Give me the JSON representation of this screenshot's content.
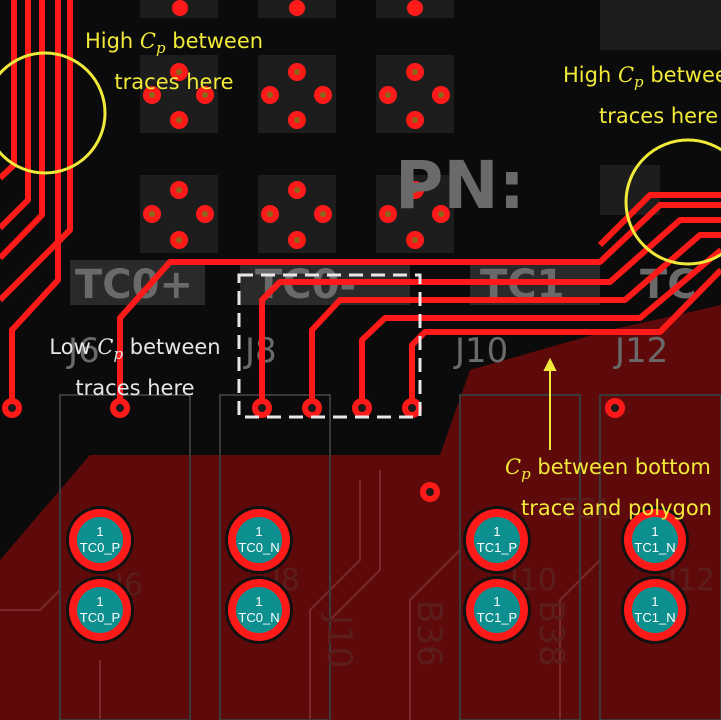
{
  "colors": {
    "background": "#0b0b0b",
    "polygon": "#5e0a0a",
    "trace": "#ff1a1a",
    "pad_teal": "#0e8f8f",
    "silkscreen": "#6a6a6a",
    "annotation_yellow": "#f2ea3a",
    "annotation_white": "#e6e6e6"
  },
  "silkscreen": {
    "pn": "PN:",
    "tc0_plus": "TC0+",
    "tc0_minus": "TC0-",
    "tc1_partial": "TC1",
    "tc1_edge": "TC",
    "j6_top": "J6",
    "j8_top": "J8",
    "j10_top": "J10",
    "j12_top": "J12",
    "j6_low": "J6",
    "j8_low": "J8",
    "j10_low": "J10",
    "j12_low": "J12",
    "b36": "B36",
    "b38": "B38",
    "j10_rot": "J10",
    "tc1_dim": "TC1"
  },
  "pads": [
    {
      "pin": "1",
      "net": "TC0_P"
    },
    {
      "pin": "1",
      "net": "TC0_N"
    },
    {
      "pin": "1",
      "net": "TC1_P"
    },
    {
      "pin": "1",
      "net": "TC1_N"
    },
    {
      "pin": "1",
      "net": "TC0_P"
    },
    {
      "pin": "1",
      "net": "TC0_N"
    },
    {
      "pin": "1",
      "net": "TC1_P"
    },
    {
      "pin": "1",
      "net": "TC1_N"
    }
  ],
  "annotations": {
    "top_left": {
      "pre": "High ",
      "sym": "C",
      "sub": "p",
      "post": " between",
      "line2": "traces here"
    },
    "top_right": {
      "pre": "High ",
      "sym": "C",
      "sub": "p",
      "post": " between",
      "line2": "traces here"
    },
    "mid_left": {
      "pre": "Low ",
      "sym": "C",
      "sub": "p",
      "post": " between",
      "line2": "traces here"
    },
    "bottom_right": {
      "pre": "",
      "sym": "C",
      "sub": "p",
      "post": " between bottom",
      "line2": "trace and polygon"
    }
  }
}
